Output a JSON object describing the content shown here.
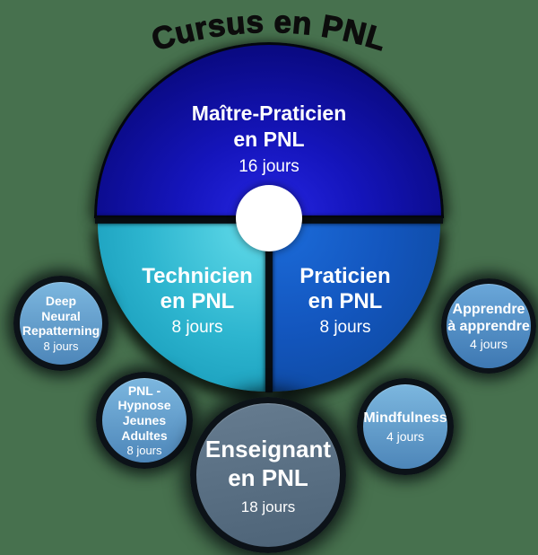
{
  "title": "Cursus en PNL",
  "wheel": {
    "segments": [
      {
        "label": "Maître-Praticien\nen PNL",
        "duration": "16 jours"
      },
      {
        "label": "Technicien\nen PNL",
        "duration": "8 jours"
      },
      {
        "label": "Praticien\nen PNL",
        "duration": "8 jours"
      }
    ]
  },
  "satellites": [
    {
      "label": "Deep\nNeural\nRepatterning",
      "duration": "8 jours"
    },
    {
      "label": "PNL -\nHypnose\nJeunes\nAdultes",
      "duration": "8 jours"
    },
    {
      "label": "Enseignant\nen PNL",
      "duration": "18 jours"
    },
    {
      "label": "Mindfulness",
      "duration": "4 jours"
    },
    {
      "label": "Apprendre\nà apprendre",
      "duration": "4 jours"
    }
  ],
  "colors": {
    "bg": "#47714E",
    "title": "#0c0c0c",
    "ring": "#0c1218",
    "hub": "#ffffff",
    "textLight": "#ffffff",
    "maitre1": "#2626e4",
    "maitre2": "#09097e",
    "technicien1": "#5fd9e8",
    "technicien2": "#0e8fb0",
    "praticien1": "#1b6ad8",
    "praticien2": "#0c4494",
    "enseignant1": "#667c90",
    "enseignant2": "#4d6377",
    "satellite1": "#7cb7df",
    "satellite2": "#4d86b9",
    "apprendre1": "#6aa7d9",
    "apprendre2": "#3e78b2"
  }
}
